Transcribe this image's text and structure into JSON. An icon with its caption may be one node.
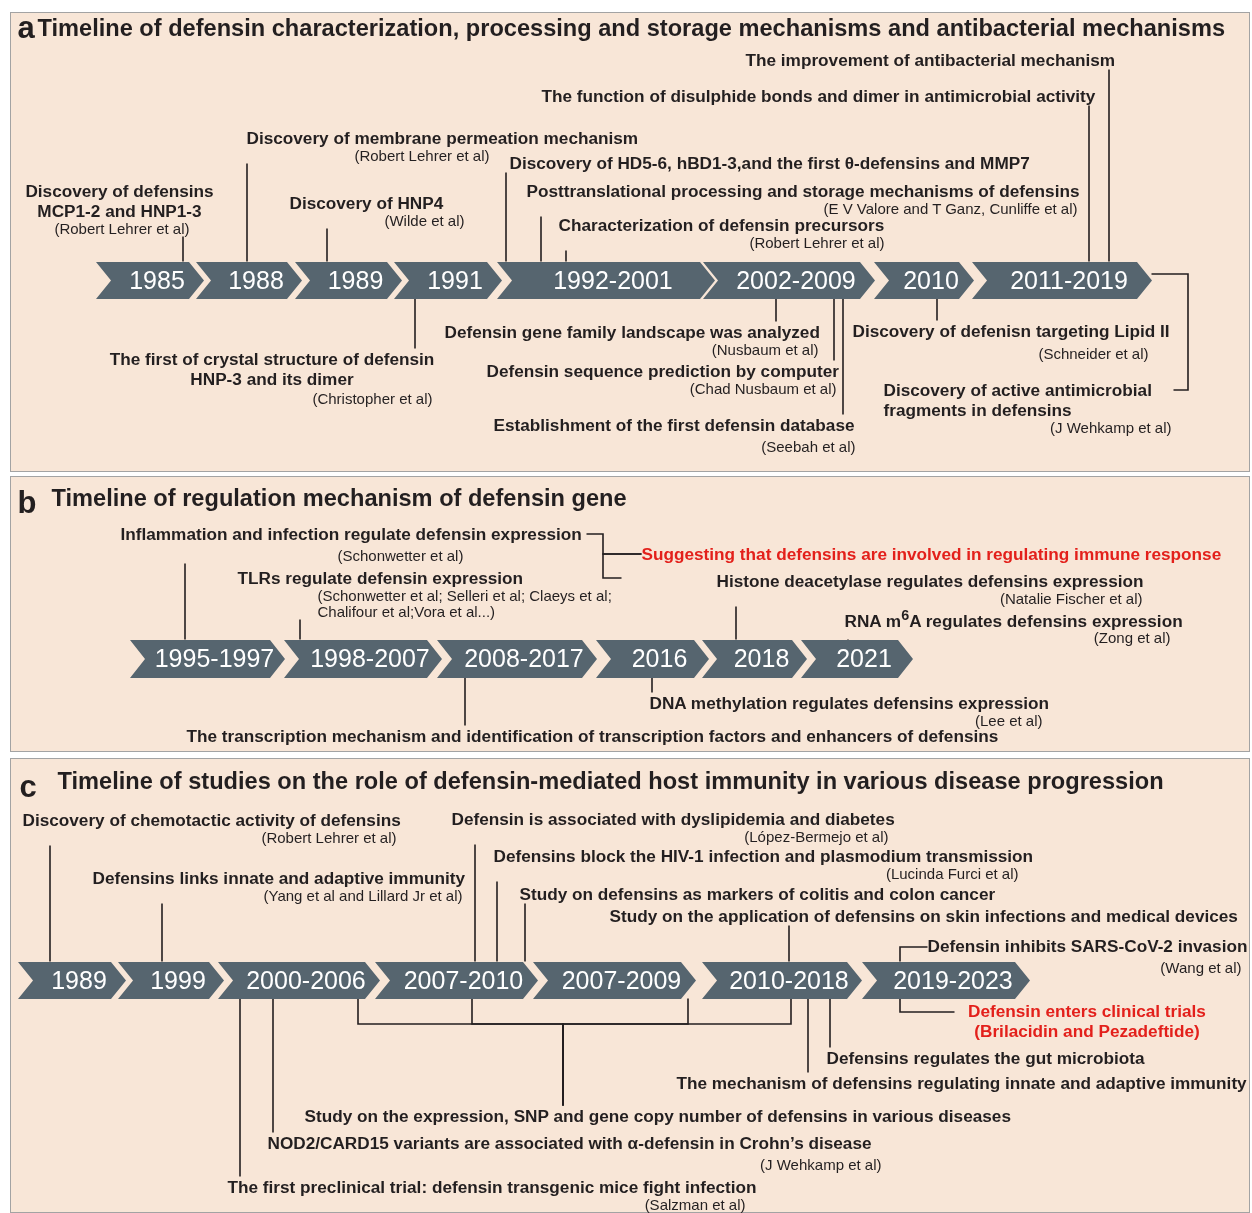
{
  "diagram": {
    "nodes": [
      {
        "text": [
          "a",
          "Timeline of defensin characterization, processing and storage mechanisms and antibacterial mechanisms"
        ]
      },
      {
        "text": [
          "1985"
        ],
        "in": 0
      },
      {
        "text": [
          "1988"
        ],
        "in": 0
      },
      {
        "text": [
          "1989"
        ],
        "in": 0
      },
      {
        "text": [
          "1991"
        ],
        "in": 0
      },
      {
        "text": [
          "1992-2001"
        ],
        "in": 0
      },
      {
        "text": [
          "2002-2009"
        ],
        "in": 0
      },
      {
        "text": [
          "2010"
        ],
        "in": 0
      },
      {
        "text": [
          "2011-2019"
        ],
        "in": 0
      },
      {
        "text": [
          "Discovery of defensins MCP1-2 and HNP1-3",
          "(Robert Lehrer et al)"
        ],
        "in": 0
      },
      {
        "text": [
          "Discovery of membrane permeation mechanism",
          "(Robert Lehrer et al)"
        ],
        "in": 0
      },
      {
        "text": [
          "Discovery of HNP4",
          "(Wilde et al)"
        ],
        "in": 0
      },
      {
        "text": [
          "Discovery of HD5-6, hBD1-3,and the first θ-defensins and MMP7"
        ],
        "in": 0
      },
      {
        "text": [
          "Posttranslational processing and storage mechanisms of defensins",
          "(E V Valore and T Ganz, Cunliffe et al)"
        ],
        "in": 0
      },
      {
        "text": [
          "Characterization of defensin precursors",
          "(Robert Lehrer et al)"
        ],
        "in": 0
      },
      {
        "text": [
          "The function of disulphide bonds and dimer in antimicrobial activity"
        ],
        "in": 0
      },
      {
        "text": [
          "The improvement of antibacterial mechanism"
        ],
        "in": 0
      },
      {
        "text": [
          "The first of crystal structure of defensin HNP-3 and its dimer",
          "(Christopher et al)"
        ],
        "in": 0
      },
      {
        "text": [
          "Defensin gene family landscape was analyzed",
          "(Nusbaum et al)"
        ],
        "in": 0
      },
      {
        "text": [
          "Defensin sequence prediction by computer",
          "(Chad Nusbaum et al)"
        ],
        "in": 0
      },
      {
        "text": [
          "Establishment of the first defensin database",
          "(Seebah et al)"
        ],
        "in": 0
      },
      {
        "text": [
          "Discovery of defenisn targeting Lipid II",
          "(Schneider et al)"
        ],
        "in": 0
      },
      {
        "text": [
          "Discovery of active antimicrobial fragments in defensins",
          "(J Wehkamp et al)"
        ],
        "in": 0
      },
      {
        "text": [
          "b",
          "Timeline of regulation mechanism of defensin gene"
        ]
      },
      {
        "text": [
          "1995-1997"
        ],
        "in": 23
      },
      {
        "text": [
          "1998-2007"
        ],
        "in": 23
      },
      {
        "text": [
          "2008-2017"
        ],
        "in": 23
      },
      {
        "text": [
          "2016"
        ],
        "in": 23
      },
      {
        "text": [
          "2018"
        ],
        "in": 23
      },
      {
        "text": [
          "2021"
        ],
        "in": 23
      },
      {
        "text": [
          "Inflammation and infection regulate defensin expression",
          "(Schonwetter et al)"
        ],
        "in": 23
      },
      {
        "text": [
          "TLRs regulate defensin expression",
          "(Schonwetter et al; Selleri et al; Claeys et al; Chalifour et al;Vora et al...)"
        ],
        "in": 23
      },
      {
        "text": [
          "Suggesting that defensins are involved in regulating immune response"
        ],
        "in": 23
      },
      {
        "text": [
          "Histone deacetylase regulates defensins expression",
          "(Natalie Fischer et al)"
        ],
        "in": 23
      },
      {
        "text": [
          "RNA m$^{6}$A regulates defensins expression",
          "(Zong et al)"
        ],
        "in": 23
      },
      {
        "text": [
          "DNA methylation regulates defensins expression",
          "(Lee et al)"
        ],
        "in": 23
      },
      {
        "text": [
          "The transcription mechanism and identification of transcription factors and enhancers of defensins"
        ],
        "in": 23
      },
      {
        "text": [
          "c",
          "Timeline of studies on the role of defensin-mediated host immunity in various disease progression"
        ]
      },
      {
        "text": [
          "1989"
        ],
        "in": 37
      },
      {
        "text": [
          "1999"
        ],
        "in": 37
      },
      {
        "text": [
          "2000-2006"
        ],
        "in": 37
      },
      {
        "text": [
          "2007-2010"
        ],
        "in": 37
      },
      {
        "text": [
          "2007-2009"
        ],
        "in": 37
      },
      {
        "text": [
          "2010-2018"
        ],
        "in": 37
      },
      {
        "text": [
          "2019-2023"
        ],
        "in": 37
      },
      {
        "text": [
          "Discovery of chemotactic activity of defensins",
          "(Robert Lehrer et al)"
        ],
        "in": 37
      },
      {
        "text": [
          "Defensins links innate and adaptive immunity",
          "(Yang et al and Lillard Jr et al)"
        ],
        "in": 37
      },
      {
        "text": [
          "Defensin is associated with dyslipidemia and diabetes",
          "(López-Bermejo et al)"
        ],
        "in": 37
      },
      {
        "text": [
          "Defensins block the HIV-1 infection and plasmodium transmission",
          "(Lucinda Furci et al)"
        ],
        "in": 37
      },
      {
        "text": [
          "Study on defensins as markers of colitis and colon cancer"
        ],
        "in": 37
      },
      {
        "text": [
          "Study on the application of defensins on skin infections and medical devices"
        ],
        "in": 37
      },
      {
        "text": [
          "Defensin inhibits SARS-CoV-2 invasion",
          "(Wang et al)"
        ],
        "in": 37
      },
      {
        "text": [
          "Defensin enters clinical trials (Brilacidin and Pezadeftide)"
        ],
        "in": 37
      },
      {
        "text": [
          "Defensins regulates the gut microbiota"
        ],
        "in": 37
      },
      {
        "text": [
          "The mechanism of defensins regulating innate and adaptive immunity"
        ],
        "in": 37
      },
      {
        "text": [
          "Study on the expression, SNP and gene copy number of defensins in various diseases"
        ],
        "in": 37
      },
      {
        "text": [
          "NOD2/CARD15 variants are associated with α-defensin in Crohn’s disease",
          "(J Wehkamp et al)"
        ],
        "in": 37
      },
      {
        "text": [
          "The first preclinical trial: defensin transgenic mice fight infection",
          "(Salzman et al)"
        ],
        "in": 37
      }
    ],
    "edges": [
      {
        "from": 9,
        "to": 1,
        "arrow": "none"
      },
      {
        "from": 10,
        "to": 2,
        "arrow": "none"
      },
      {
        "from": 11,
        "to": 3,
        "arrow": "none"
      },
      {
        "from": 12,
        "to": 5,
        "arrow": "none"
      },
      {
        "from": 13,
        "to": 5,
        "arrow": "none"
      },
      {
        "from": 14,
        "to": 5,
        "arrow": "none"
      },
      {
        "from": 15,
        "to": 8,
        "arrow": "none"
      },
      {
        "from": 16,
        "to": 8,
        "arrow": "none"
      },
      {
        "from": 17,
        "to": 4,
        "arrow": "none"
      },
      {
        "from": 18,
        "to": 6,
        "arrow": "none"
      },
      {
        "from": 19,
        "to": 6,
        "arrow": "none"
      },
      {
        "from": 20,
        "to": 6,
        "arrow": "none"
      },
      {
        "from": 21,
        "to": 7,
        "arrow": "none"
      },
      {
        "from": 8,
        "to": 22,
        "arrow": "none"
      },
      {
        "from": 30,
        "to": 24,
        "arrow": "none"
      },
      {
        "from": 31,
        "to": 25,
        "arrow": "none"
      },
      {
        "from": 30,
        "to": 32,
        "arrow": "none"
      },
      {
        "from": 31,
        "to": 32,
        "arrow": "none"
      },
      {
        "from": 33,
        "to": 28,
        "arrow": "none"
      },
      {
        "from": 34,
        "to": 29,
        "arrow": "none"
      },
      {
        "from": 35,
        "to": 27,
        "arrow": "none"
      },
      {
        "from": 36,
        "to": 26,
        "arrow": "none"
      },
      {
        "from": 45,
        "to": 38,
        "arrow": "none"
      },
      {
        "from": 46,
        "to": 39,
        "arrow": "none"
      },
      {
        "from": 47,
        "to": 41,
        "arrow": "none"
      },
      {
        "from": 48,
        "to": 41,
        "arrow": "none"
      },
      {
        "from": 49,
        "to": 41,
        "arrow": "none"
      },
      {
        "from": 50,
        "to": 43,
        "arrow": "none"
      },
      {
        "from": 44,
        "to": 51,
        "arrow": "none"
      },
      {
        "from": 44,
        "to": 52,
        "arrow": "none"
      },
      {
        "from": 43,
        "to": 53,
        "arrow": "none"
      },
      {
        "from": 43,
        "to": 54,
        "arrow": "none"
      },
      {
        "from": 40,
        "to": 55,
        "arrow": "none"
      },
      {
        "from": 41,
        "to": 55,
        "arrow": "none"
      },
      {
        "from": 42,
        "to": 55,
        "arrow": "none"
      },
      {
        "from": 43,
        "to": 55,
        "arrow": "none"
      },
      {
        "from": 40,
        "to": 56,
        "arrow": "none"
      },
      {
        "from": 40,
        "to": 57,
        "arrow": "none"
      }
    ]
  }
}
